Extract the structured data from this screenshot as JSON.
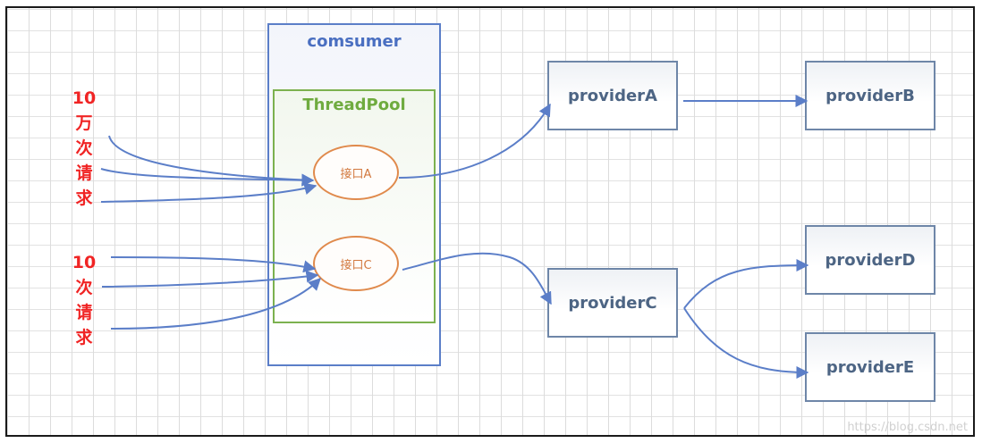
{
  "diagram": {
    "consumer": {
      "title": "comsumer"
    },
    "threadpool": {
      "title": "ThreadPool"
    },
    "interfaces": [
      {
        "id": "A",
        "label": "接口A"
      },
      {
        "id": "C",
        "label": "接口C"
      }
    ],
    "providers": [
      {
        "id": "A",
        "label": "providerA"
      },
      {
        "id": "B",
        "label": "providerB"
      },
      {
        "id": "C",
        "label": "providerC"
      },
      {
        "id": "D",
        "label": "providerD"
      },
      {
        "id": "E",
        "label": "providerE"
      }
    ],
    "request_groups": [
      {
        "lines": [
          "10",
          "万",
          "次",
          "请",
          "求"
        ],
        "target": "接口A",
        "arrow_count": 3
      },
      {
        "lines": [
          "10",
          "次",
          "请",
          "求"
        ],
        "target": "接口C",
        "arrow_count": 3
      }
    ],
    "edges": [
      {
        "from": "接口A",
        "to": "providerA"
      },
      {
        "from": "providerA",
        "to": "providerB"
      },
      {
        "from": "接口C",
        "to": "providerC"
      },
      {
        "from": "providerC",
        "to": "providerD"
      },
      {
        "from": "providerC",
        "to": "providerE"
      }
    ],
    "colors": {
      "request_text": "#f02424",
      "arrow": "#5b7ec8",
      "consumer_border": "#5b7ec8",
      "threadpool_border": "#7cb14f",
      "interface_border": "#e08a4c",
      "provider_border": "#6e86a8",
      "provider_text": "#4d6584"
    },
    "watermark": "https://blog.csdn.net"
  }
}
